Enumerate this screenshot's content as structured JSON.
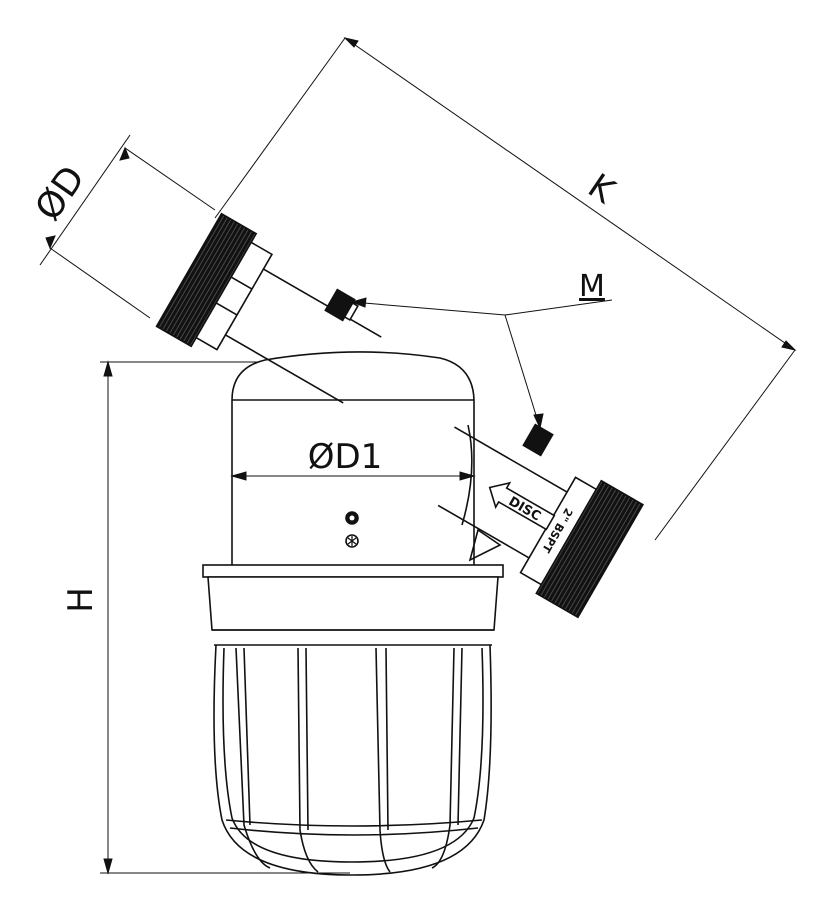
{
  "labels": {
    "diameter_d": "ØD",
    "diameter_d1": "ØD1",
    "length_k": "K",
    "height_h": "H",
    "mount_m": "M",
    "flow_arrow": "DISC",
    "thread_spec": "2\" BSPT"
  },
  "colors": {
    "line": "#111111",
    "thread": "#222222",
    "paper": "#ffffff"
  },
  "icons": {
    "screw_top": "screw-head-icon",
    "screw_bottom": "star-screw-icon"
  }
}
